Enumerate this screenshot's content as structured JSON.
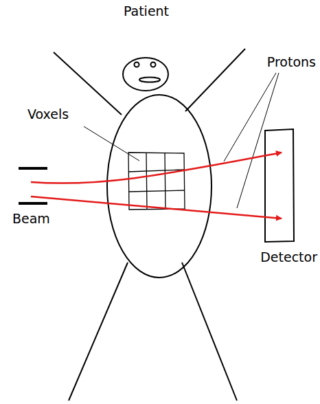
{
  "diagram": {
    "labels": [
      "Patient",
      "Voxels",
      "Protons",
      "Beam",
      "Detector"
    ]
  }
}
